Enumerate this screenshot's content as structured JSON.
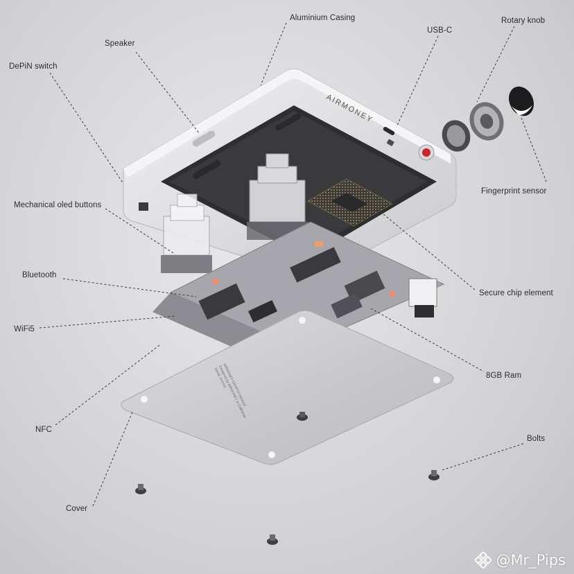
{
  "labels": {
    "aluminium_casing": "Aluminium Casing",
    "usb_c": "USB-C",
    "rotary_knob": "Rotary knob",
    "speaker": "Speaker",
    "depin_switch": "DePiN switch",
    "fingerprint_sensor": "Fingerprint sensor",
    "mechanical_oled_buttons": "Mechanical oled buttons",
    "secure_chip_element": "Secure chip element",
    "bluetooth": "Bluetooth",
    "wifi5": "WiFi5",
    "ram": "8GB Ram",
    "nfc": "NFC",
    "bolts": "Bolts",
    "cover": "Cover"
  },
  "casing_brand": "AIRMONEY",
  "cover_engraving": [
    "AIRMONEY CRYPTO DEVICE",
    "Designed by AIRMONEY in California",
    "Serial: XXXXX"
  ],
  "watermark": "@Mr_Pips",
  "watermark_icon": "binance-logo-icon",
  "colors": {
    "background": "#d9d9dc",
    "casing": "#e4e4e6",
    "board": "#9c9ca2",
    "cover": "#cfcfd2",
    "fingerprint_accent": "#c8252c",
    "leader_line": "#3a3a3e"
  }
}
